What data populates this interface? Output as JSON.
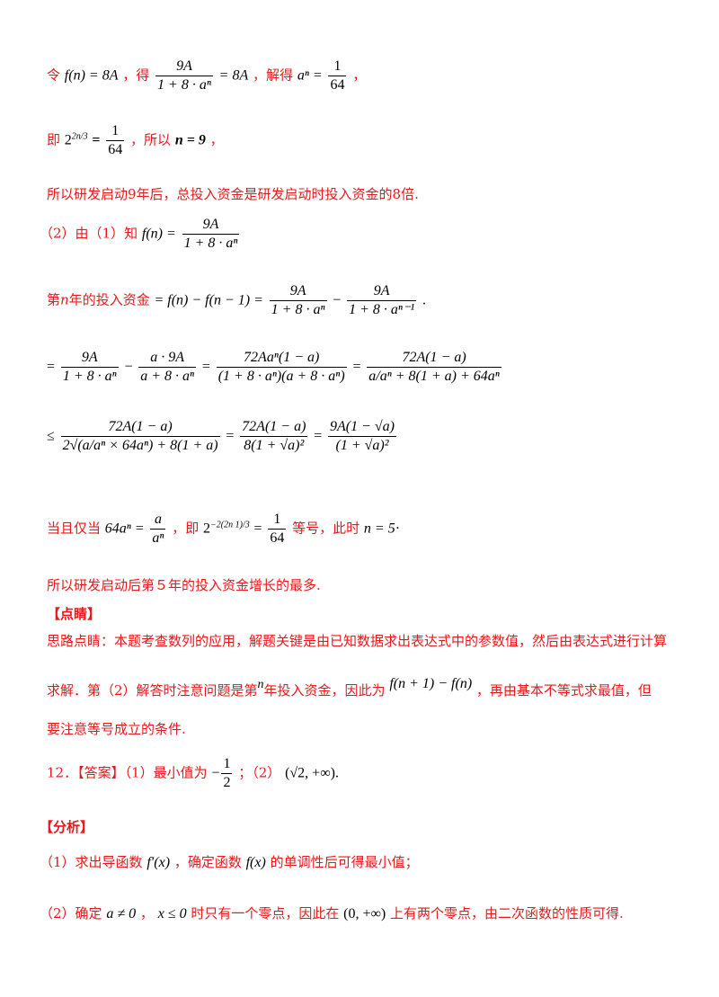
{
  "lines": {
    "l1_a": "令",
    "l1_m1": "f(n) = 8A",
    "l1_b": "，得",
    "l1_f1_num": "9A",
    "l1_f1_den": "1 + 8 · aⁿ",
    "l1_m2": "= 8A",
    "l1_c": "，解得",
    "l1_m3": "aⁿ =",
    "l1_f2_num": "1",
    "l1_f2_den": "64",
    "l1_d": "，",
    "l2_a": "即",
    "l2_m1": "2",
    "l2_sup": "2n/3",
    "l2_m2": "=",
    "l2_f_num": "1",
    "l2_f_den": "64",
    "l2_b": "，所以",
    "l2_m3": "n = 9",
    "l2_c": "，",
    "l3": "所以研发启动9年后，总投入资金是研发启动时投入资金的8倍.",
    "l4_a": "（2）由（1）知",
    "l4_m": "f(n) =",
    "l4_f_num": "9A",
    "l4_f_den": "1 + 8 · aⁿ",
    "l5_a": "第",
    "l5_n": "n",
    "l5_b": "年的投入资金",
    "l5_m": "= f(n) − f(n − 1) =",
    "l5_f1_num": "9A",
    "l5_f1_den": "1 + 8 · aⁿ",
    "l5_minus": "−",
    "l5_f2_num": "9A",
    "l5_f2_den": "1 + 8 · aⁿ⁻¹",
    "l5_end": ".",
    "l6_eq": "=",
    "l6_f1_num": "9A",
    "l6_f1_den": "1 + 8 · aⁿ",
    "l6_minus": "−",
    "l6_f2_num": "a · 9A",
    "l6_f2_den": "a + 8 · aⁿ",
    "l6_eq2": "=",
    "l6_f3_num": "72Aaⁿ(1 − a)",
    "l6_f3_den": "(1 + 8 · aⁿ)(a + 8 · aⁿ)",
    "l6_eq3": "=",
    "l6_f4_num": "72A(1 − a)",
    "l6_f4_den": "a/aⁿ + 8(1 + a) + 64aⁿ",
    "l7_le": "≤",
    "l7_f1_num": "72A(1 − a)",
    "l7_f1_den": "2√(a/aⁿ × 64aⁿ) + 8(1 + a)",
    "l7_eq": "=",
    "l7_f2_num": "72A(1 − a)",
    "l7_f2_den": "8(1 + √a)²",
    "l7_eq2": "=",
    "l7_f3_num": "9A(1 − √a)",
    "l7_f3_den": "(1 + √a)²",
    "l8_a": "当且仅当",
    "l8_m1": "64aⁿ =",
    "l8_f1_num": "a",
    "l8_f1_den": "aⁿ",
    "l8_b": "，即",
    "l8_m2": "2",
    "l8_sup": "−2(2n 1)/3",
    "l8_eq": "=",
    "l8_f2_num": "1",
    "l8_f2_den": "64",
    "l8_c": "等号，此时",
    "l8_m3": "n = 5",
    "l8_end": "·",
    "l9": "所以研发启动后第５年的投入资金增长的最多.",
    "l10": "【点睛】",
    "l11": "思路点睛：本题考查数列的应用，解题关键是由已知数据求出表达式中的参数值，然后由表达式进行计算",
    "l12_a": "求解．第（2）解答时注意问题是第",
    "l12_n": "n",
    "l12_b": "年投入资金，因此为",
    "l12_m": "f(n + 1) − f(n)",
    "l12_c": "，再由基本不等式求最值，但",
    "l13": "要注意等号成立的条件.",
    "l14_a": "12．【答案】（1）最小值为",
    "l14_f_sign": "−",
    "l14_f_num": "1",
    "l14_f_den": "2",
    "l14_b": "；（2）",
    "l14_m": "(√2, +∞)",
    "l14_end": ".",
    "l15": "【分析】",
    "l16_a": "（1）求出导函数",
    "l16_m1": "f′(x)",
    "l16_b": "，确定函数",
    "l16_m2": "f(x)",
    "l16_c": "的单调性后可得最小值；",
    "l17_a": "（2）确定",
    "l17_m1": "a ≠ 0",
    "l17_sep": "，",
    "l17_m2": "x ≤ 0",
    "l17_b": "时只有一个零点，因此在",
    "l17_m3": "(0, +∞)",
    "l17_c": "上有两个零点，由二次函数的性质可得."
  }
}
